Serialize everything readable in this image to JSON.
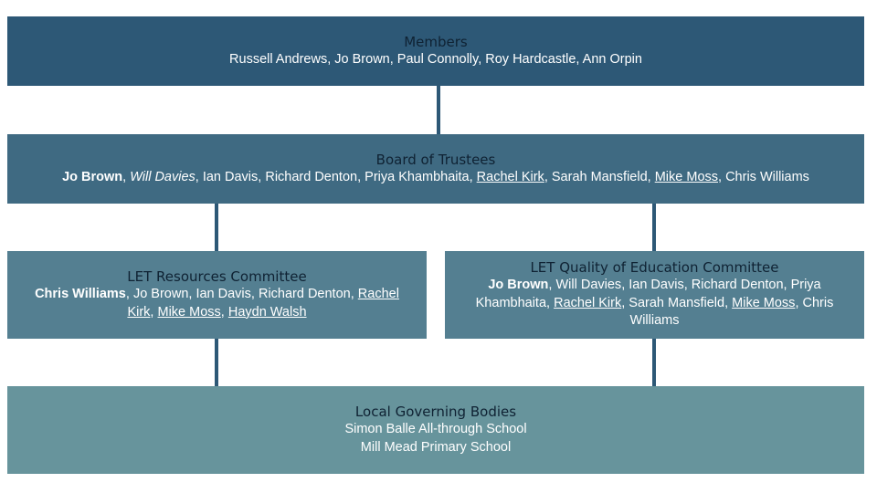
{
  "members": {
    "title": "Members",
    "names": [
      {
        "name": "Russell Andrews"
      },
      {
        "name": "Jo Brown"
      },
      {
        "name": "Paul Connolly"
      },
      {
        "name": "Roy Hardcastle"
      },
      {
        "name": "Ann Orpin"
      }
    ]
  },
  "board": {
    "title": "Board of Trustees",
    "names": [
      {
        "name": "Jo Brown",
        "style": "bold"
      },
      {
        "name": "Will Davies",
        "style": "italic"
      },
      {
        "name": "Ian Davis"
      },
      {
        "name": "Richard Denton"
      },
      {
        "name": "Priya Khambhaita"
      },
      {
        "name": "Rachel Kirk",
        "style": "underline"
      },
      {
        "name": "Sarah Mansfield"
      },
      {
        "name": "Mike Moss",
        "style": "underline"
      },
      {
        "name": "Chris Williams"
      }
    ]
  },
  "resources": {
    "title": "LET Resources Committee",
    "names": [
      {
        "name": "Chris Williams",
        "style": "bold"
      },
      {
        "name": "Jo Brown"
      },
      {
        "name": "Ian Davis"
      },
      {
        "name": "Richard Denton"
      },
      {
        "name": "Rachel Kirk",
        "style": "underline"
      },
      {
        "name": "Mike Moss",
        "style": "underline"
      },
      {
        "name": "Haydn Walsh",
        "style": "underline"
      }
    ]
  },
  "quality": {
    "title": "LET Quality of Education Committee",
    "names": [
      {
        "name": "Jo Brown",
        "style": "bold"
      },
      {
        "name": "Will Davies"
      },
      {
        "name": "Ian Davis"
      },
      {
        "name": "Richard Denton"
      },
      {
        "name": "Priya Khambhaita"
      },
      {
        "name": "Rachel Kirk",
        "style": "underline"
      },
      {
        "name": "Sarah Mansfield"
      },
      {
        "name": "Mike Moss",
        "style": "underline"
      },
      {
        "name": "Chris Williams"
      }
    ]
  },
  "lgb": {
    "title": "Local Governing Bodies",
    "schools": [
      "Simon Balle All-through School",
      "Mill Mead Primary School"
    ]
  },
  "colors": {
    "members": "#2d5876",
    "board": "#3f6a82",
    "committees": "#547f91",
    "lgb": "#67949c",
    "connector": "#2d5876"
  }
}
